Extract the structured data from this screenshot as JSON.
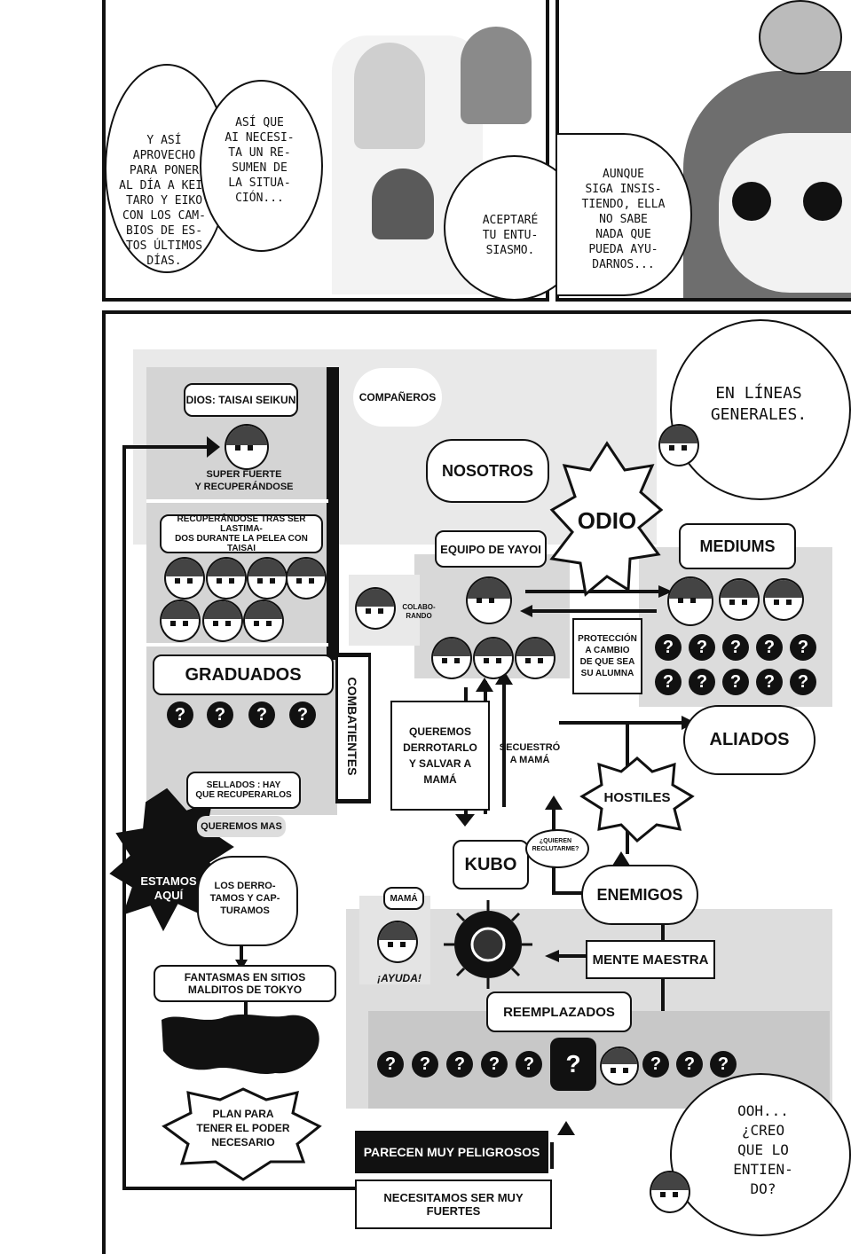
{
  "top_panels": {
    "bubble_left": "Y ASÍ\nAPROVECHO\nPARA PONER\nAL DÍA A KEI-\nTARO Y EIKO\nCON LOS CAM-\nBIOS DE ES-\nTOS ÚLTIMOS\nDÍAS.",
    "bubble_middle": "ASÍ QUE\nAI NECESI-\nTA UN RE-\nSUMEN DE\nLA SITUA-\nCIÓN...",
    "bubble_right": "ACEPTARÉ\nTU ENTU-\nSIASMO.",
    "bubble_far_right": "AUNQUE\nSIGA INSIS-\nTIENDO, ELLA\nNO SABE\nNADA QUE\nPUEDA AYU-\nDARNOS..."
  },
  "diagram": {
    "speech_top": "EN LÍNEAS\nGENERALES.",
    "speech_bottom": "OOH...\n¿CREO\nQUE LO\nENTIEN-\nDO?",
    "dios": "DIOS: TAISAI SEIKUN",
    "dios_caption": "SUPER FUERTE\nY RECUPERÁNDOSE",
    "companeros": "COMPAÑEROS",
    "recuperandose": "RECUPERÁNDOSE TRAS SER LASTIMA-\nDOS DURANTE LA PELEA CON TAISAI",
    "graduados": "GRADUADOS",
    "combatientes": "COMBATIENTES",
    "sellados": "SELLADOS : HAY\nQUE RECUPERARLOS",
    "nosotros": "NOSOTROS",
    "odio": "ODIO",
    "mediums": "MEDIUMS",
    "equipo_yayoi": "EQUIPO DE YAYOI",
    "colaborando": "COLABO-\nRANDO",
    "proteccion": "PROTECCIÓN\nA CAMBIO\nDE QUE SEA\nSU ALUMNA",
    "aliados": "ALIADOS",
    "queremos_derrotarlo": "QUEREMOS\nDERROTARLO\nY SALVAR A\nMAMÁ",
    "secuestro": "SECUESTRÓ\nA MAMÁ",
    "hostiles": "HOSTILES",
    "queremos_mas": "QUEREMOS MAS",
    "estamos_aqui": "ESTAMOS\nAQUÍ",
    "los_derrotamos": "LOS DERRO-\nTAMOS Y CAP-\nTURAMOS",
    "kubo": "KUBO",
    "quieren_reclutarme": "¿QUIEREN\nRECLUTARME?",
    "enemigos": "ENEMIGOS",
    "mama": "MAMÁ",
    "ayuda": "¡AYUDA!",
    "fantasmas": "FANTASMAS EN SITIOS\nMALDITOS DE TOKYO",
    "mente_maestra": "MENTE MAESTRA",
    "reemplazados": "REEMPLAZADOS",
    "plan": "PLAN PARA\nTENER EL PODER\nNECESARIO",
    "peligrosos": "PARECEN MUY PELIGROSOS",
    "fuertes": "NECESITAMOS SER MUY FUERTES",
    "unknown_mark": "?"
  }
}
